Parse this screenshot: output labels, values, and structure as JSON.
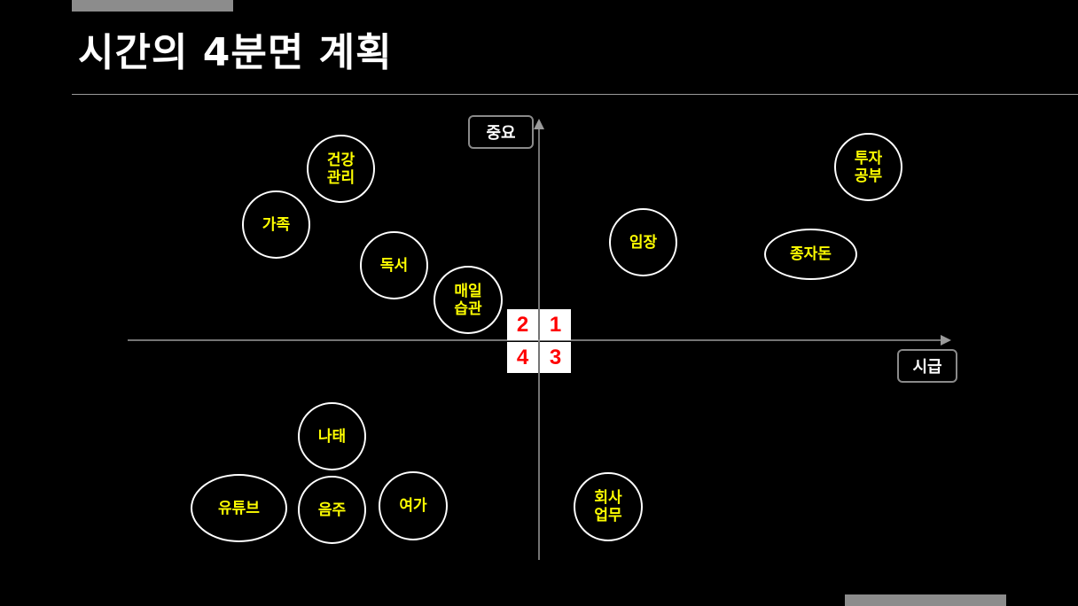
{
  "slide": {
    "title": "시간의 4분면 계획"
  },
  "axes": {
    "vertical_label": "중요",
    "horizontal_label": "시급"
  },
  "quadrants": [
    "2",
    "1",
    "4",
    "3"
  ],
  "items": {
    "health": "건강\n관리",
    "family": "가족",
    "reading": "독서",
    "daily_habits": "매일\n습관",
    "invest_study": "투자\n공부",
    "promotion": "임장",
    "seed_money": "종자돈",
    "laziness": "나태",
    "youtube": "유튜브",
    "drinking": "음주",
    "leisure": "여가",
    "company_work": "회사\n업무"
  },
  "colors": {
    "background": "#000000",
    "item_text": "#ffff00",
    "quadrant_number": "#ff0000"
  }
}
